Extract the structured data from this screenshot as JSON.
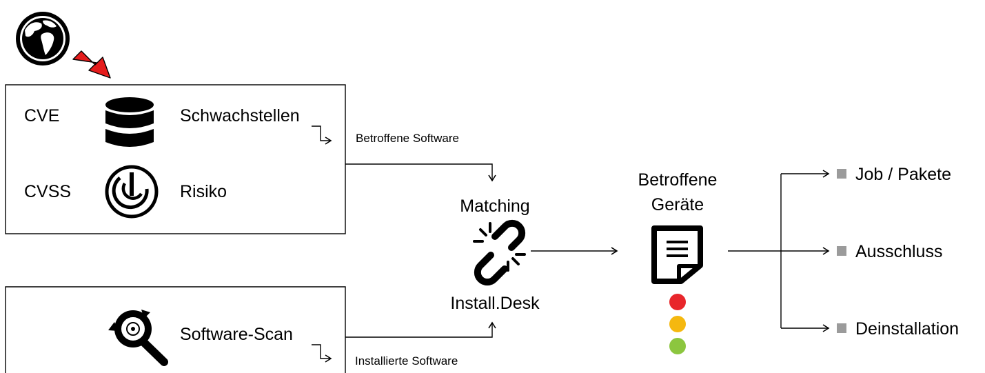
{
  "source_box": {
    "cve_label": "CVE",
    "cvss_label": "CVSS",
    "vulnerabilities_label": "Schwachstellen",
    "risk_label": "Risiko"
  },
  "scan_box": {
    "scan_label": "Software-Scan"
  },
  "connectors": {
    "affected_software": "Betroffene Software",
    "installed_software": "Installierte Software"
  },
  "matching": {
    "title": "Matching",
    "tool_name": "Install.Desk"
  },
  "devices": {
    "title_line1": "Betroffene",
    "title_line2": "Geräte",
    "traffic_colors": [
      "#e8262b",
      "#f5b80f",
      "#8cc63f"
    ]
  },
  "actions": [
    "Job / Pakete",
    "Ausschluss",
    "Deinstallation"
  ],
  "colors": {
    "arrow_red": "#e51c1c",
    "bullet_gray": "#9b9b9b"
  },
  "icons": [
    "globe-icon",
    "arrow-down-right-icon",
    "database-icon",
    "gauge-icon",
    "scan-disc-icon",
    "broken-link-icon",
    "document-icon"
  ]
}
